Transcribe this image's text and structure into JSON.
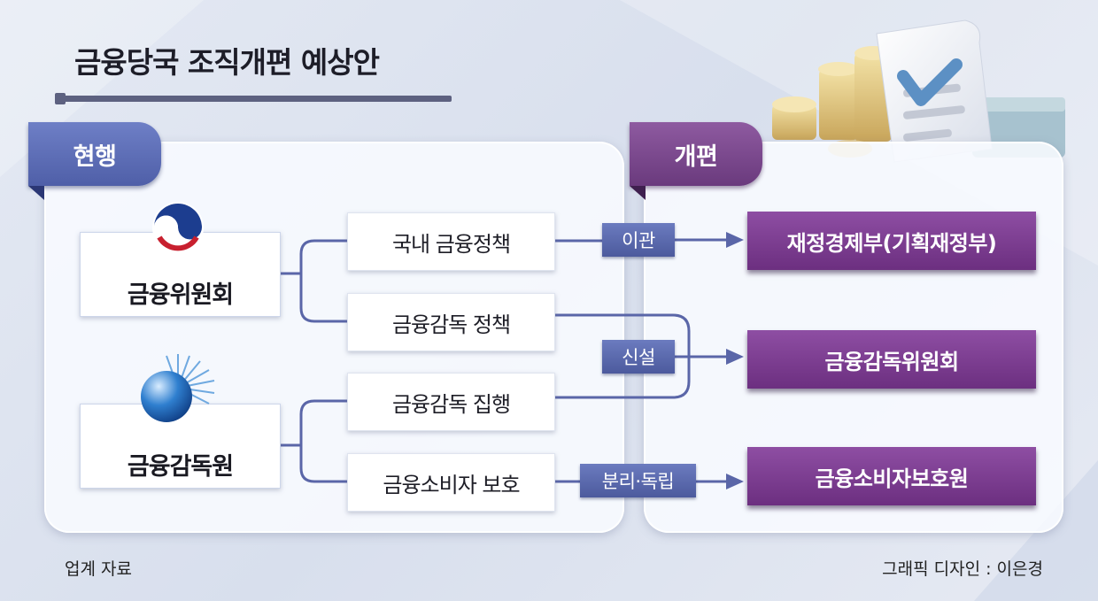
{
  "title": "금융당국 조직개편 예상안",
  "tabs": {
    "current": "현행",
    "reform": "개편"
  },
  "current_orgs": {
    "fsc": {
      "name": "금융위원회",
      "emblem_icon": "taegeuk-emblem-icon"
    },
    "fss": {
      "name": "금융감독원",
      "emblem_icon": "fss-globe-logo-icon"
    }
  },
  "functions": [
    "국내 금융정책",
    "금융감독 정책",
    "금융감독 집행",
    "금융소비자 보호"
  ],
  "actions": [
    "이관",
    "신설",
    "분리·독립"
  ],
  "reform_orgs": [
    "재정경제부(기획재정부)",
    "금융감독위원회",
    "금융소비자보호원"
  ],
  "footer": {
    "source": "업계 자료",
    "credit": "그래픽 디자인 : 이은경"
  },
  "decoration": {
    "illustration": "coins-and-receipt-icon"
  },
  "colors": {
    "current_accent": "#5766ad",
    "reform_accent": "#7a3d8f",
    "connector": "#5a66a8"
  }
}
